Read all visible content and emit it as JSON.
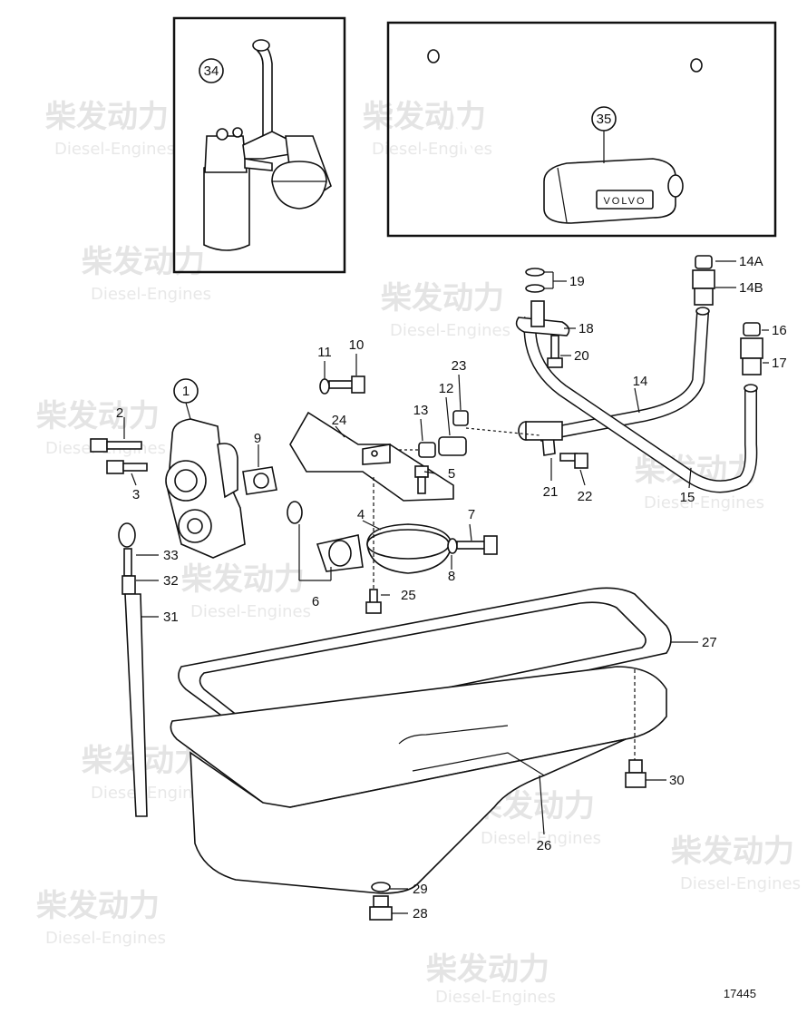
{
  "watermark": {
    "brand": "柴发动力",
    "sub": "Diesel-Engines"
  },
  "drawing_number": "17445",
  "callouts": {
    "c1": "1",
    "c2": "2",
    "c3": "3",
    "c4": "4",
    "c5": "5",
    "c6": "6",
    "c7": "7",
    "c8": "8",
    "c9": "9",
    "c10": "10",
    "c11": "11",
    "c12": "12",
    "c13": "13",
    "c14": "14",
    "c14a": "14A",
    "c14b": "14B",
    "c15": "15",
    "c16": "16",
    "c17": "17",
    "c18": "18",
    "c19": "19",
    "c20": "20",
    "c21": "21",
    "c22": "22",
    "c23": "23",
    "c24": "24",
    "c25": "25",
    "c26": "26",
    "c27": "27",
    "c28": "28",
    "c29": "29",
    "c30": "30",
    "c31": "31",
    "c32": "32",
    "c33": "33",
    "c34": "34",
    "c35": "35"
  },
  "cooler_brand": "VOLVO"
}
